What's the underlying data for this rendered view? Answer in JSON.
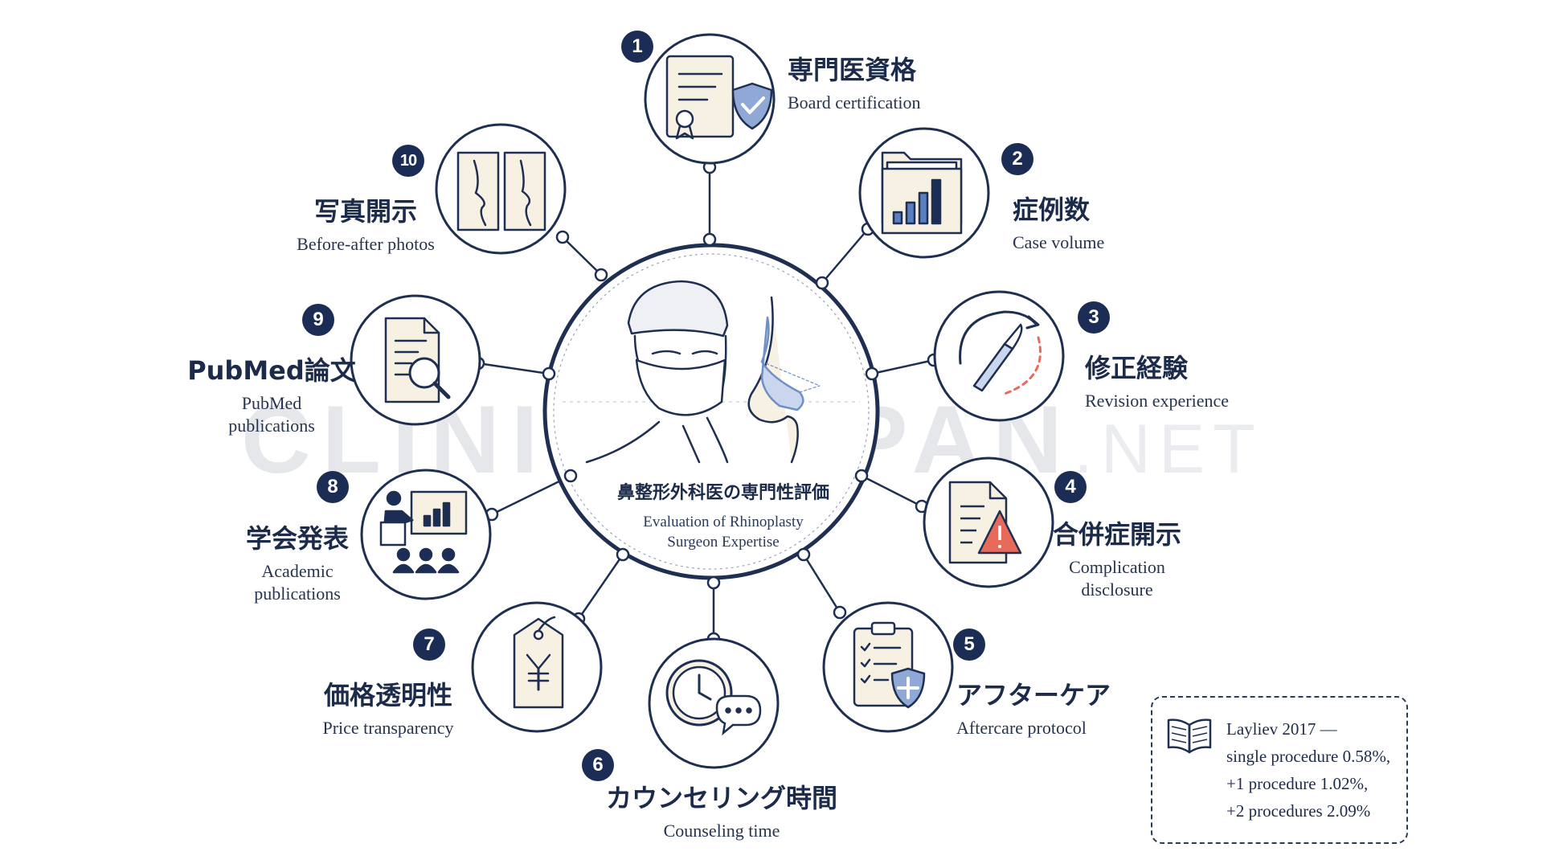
{
  "hub": {
    "title": "鼻整形外科医の専門性評価",
    "subtitle_line1": "Evaluation of Rhinoplasty",
    "subtitle_line2": "Surgeon Expertise"
  },
  "watermark": {
    "word1": "CLINIC",
    "cross": "+",
    "word2": "JAPAN",
    "suffix": ".NET"
  },
  "criteria": [
    {
      "number": "1",
      "jp": "専門医資格",
      "en_line1": "Board certification",
      "en_line2": "",
      "icon": "certificate-shield-icon"
    },
    {
      "number": "2",
      "jp": "症例数",
      "en_line1": "Case volume",
      "en_line2": "",
      "icon": "folder-bar-chart-icon"
    },
    {
      "number": "3",
      "jp": "修正経験",
      "en_line1": "Revision experience",
      "en_line2": "",
      "icon": "scalpel-revision-icon"
    },
    {
      "number": "4",
      "jp": "合併症開示",
      "en_line1": "Complication",
      "en_line2": "disclosure",
      "icon": "document-warning-icon"
    },
    {
      "number": "5",
      "jp": "アフターケア",
      "en_line1": "Aftercare protocol",
      "en_line2": "",
      "icon": "clipboard-checklist-icon"
    },
    {
      "number": "6",
      "jp": "カウンセリング時間",
      "en_line1": "Counseling time",
      "en_line2": "",
      "icon": "clock-chat-icon"
    },
    {
      "number": "7",
      "jp": "価格透明性",
      "en_line1": "Price transparency",
      "en_line2": "",
      "icon": "yen-price-tag-icon"
    },
    {
      "number": "8",
      "jp": "学会発表",
      "en_line1": "Academic",
      "en_line2": "publications",
      "icon": "presentation-audience-icon"
    },
    {
      "number": "9",
      "jp": "PubMed論文",
      "en_line1": "PubMed",
      "en_line2": "publications",
      "icon": "document-magnifier-icon"
    },
    {
      "number": "10",
      "jp": "写真開示",
      "en_line1": "Before-after photos",
      "en_line2": "",
      "icon": "before-after-profile-icon"
    }
  ],
  "reference": {
    "icon": "open-book-icon",
    "line1": "Layliev 2017 —",
    "line2": "single procedure 0.58%,",
    "line3": "+1 procedure 1.02%,",
    "line4": "+2 procedures 2.09%"
  },
  "colors": {
    "navy": "#1c2d55",
    "stroke": "#1f2f52",
    "icon_fill": "#f7f1e3",
    "accent_blue": "#6f8fc7",
    "warning_red": "#e86a5a"
  }
}
